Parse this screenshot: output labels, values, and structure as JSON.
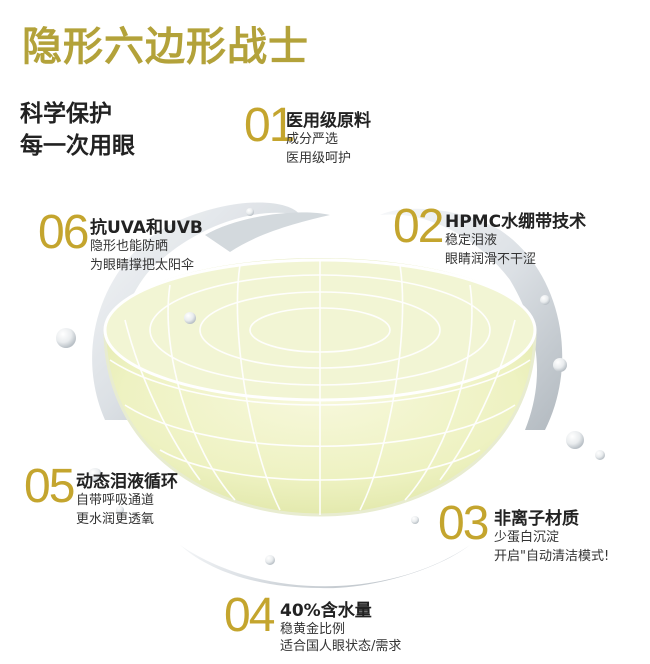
{
  "title": "隐形六边形战士",
  "subtitle_lines": [
    "科学保护",
    "每一次用眼"
  ],
  "features": [
    {
      "num": "01",
      "heading": "医用级原料",
      "lines": [
        "成分严选",
        "医用级呵护"
      ]
    },
    {
      "num": "02",
      "heading": "HPMC水绷带技术",
      "lines": [
        "稳定泪液",
        "眼睛润滑不干涩"
      ]
    },
    {
      "num": "03",
      "heading": "非离子材质",
      "lines": [
        "少蛋白沉淀",
        "开启\"自动清洁模式!"
      ]
    },
    {
      "num": "04",
      "heading": "40%含水量",
      "lines": [
        "稳黄金比例",
        "适合国人眼状态/需求"
      ]
    },
    {
      "num": "05",
      "heading": "动态泪液循环",
      "lines": [
        "自带呼吸通道",
        "更水润更透氧"
      ]
    },
    {
      "num": "06",
      "heading": "抗UVA和UVB",
      "lines": [
        "隐形也能防晒",
        "为眼睛撑把太阳伞"
      ]
    }
  ],
  "colors": {
    "accent": "#c4a52e",
    "lens": "#eef2c4",
    "text": "#222222"
  }
}
